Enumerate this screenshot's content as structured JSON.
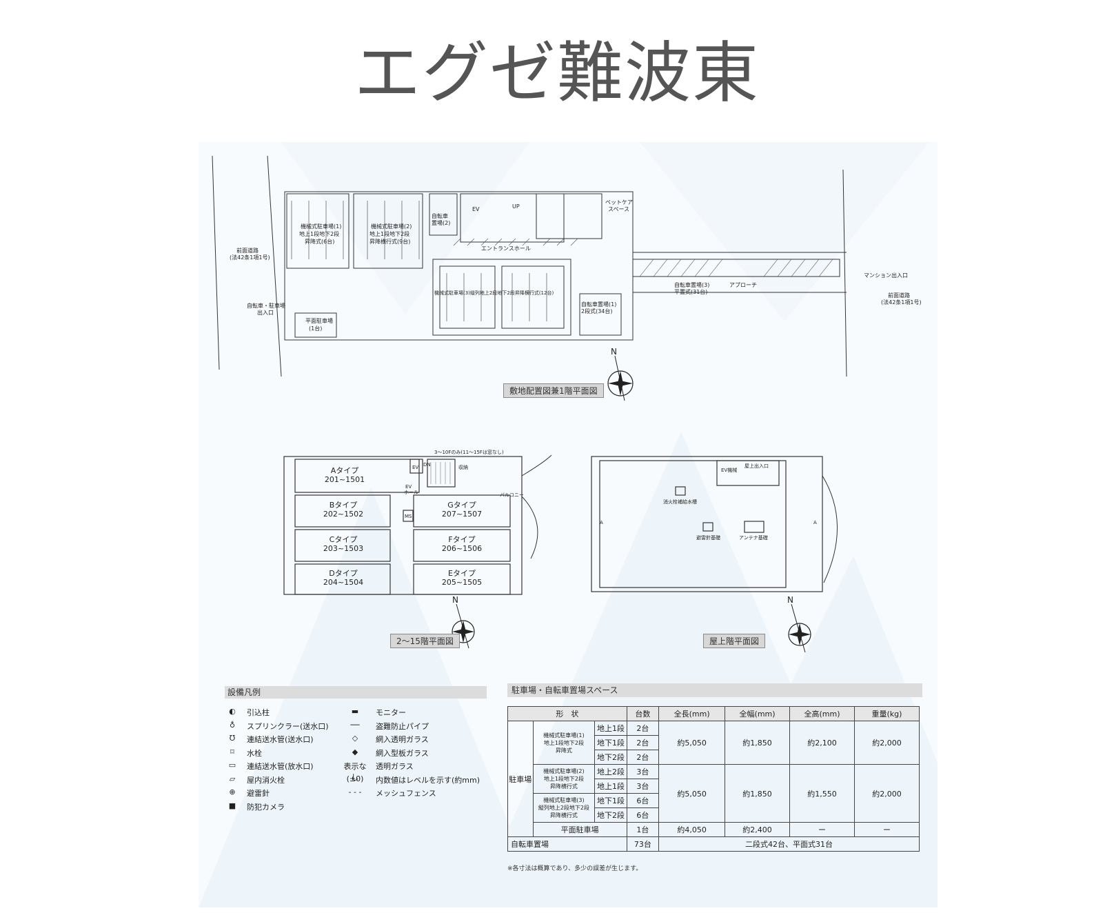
{
  "title": "エグゼ難波東",
  "site_plan": {
    "caption": "敷地配置図兼1階平面図",
    "labels": {
      "mech_parking_1": [
        "機械式駐車場(1)",
        "地上1段地下2段",
        "昇降式(6台)"
      ],
      "mech_parking_2": [
        "機械式駐車場(2)",
        "地上1段地下2段",
        "昇降横行式(9台)"
      ],
      "mech_parking_3": "機械式駐車場(3)縦列地上2段地下2段昇降横行式(12台)",
      "flat_parking": [
        "平面駐車場",
        "(1台)"
      ],
      "entrance_hall": "エントランスホール",
      "bike_parking_3": [
        "自転車置場(3)",
        "平置式(31台)"
      ],
      "bike_parking_1": [
        "自転車置場(1)",
        "2段式(34台)"
      ],
      "bike_parking_2": [
        "自転車",
        "置場(2)"
      ],
      "approach": "アプローチ",
      "mansion_entry": "マンション出入口",
      "pet_care": [
        "ペットケア",
        "スペース"
      ],
      "road_left": [
        "前面道路",
        "(法42条1項1号)"
      ],
      "road_right": [
        "前面道路",
        "(法42条1項1号)"
      ],
      "bike_entry": [
        "自転車・駐車場",
        "出入口"
      ],
      "ev": "EV",
      "up": "UP",
      "north": "N"
    }
  },
  "typical_plan": {
    "caption": "2～15階平面図",
    "note": "3～10Fのみ(11～15Fは窓なし)",
    "units": [
      {
        "type": "Aタイプ",
        "range": "201~1501"
      },
      {
        "type": "Bタイプ",
        "range": "202~1502"
      },
      {
        "type": "Cタイプ",
        "range": "203~1503"
      },
      {
        "type": "Dタイプ",
        "range": "204~1504"
      },
      {
        "type": "Gタイプ",
        "range": "207~1507"
      },
      {
        "type": "Fタイプ",
        "range": "206~1506"
      },
      {
        "type": "Eタイプ",
        "range": "205~1505"
      }
    ],
    "ev_label": "EV",
    "ev_hall": [
      "EV",
      "ホール"
    ],
    "dn": "DN",
    "balcony": "バルコニー",
    "storage": "収納",
    "ms": "MS"
  },
  "roof_plan": {
    "caption": "屋上階平面図",
    "labels": {
      "ev_machine": "EV機械",
      "roof_exit": "屋上出入口",
      "fire_tank": "消火栓補給水槽",
      "lightning": "避雷針基礎",
      "antenna": "アンテナ基礎",
      "a": "A"
    }
  },
  "legend": {
    "heading": "設備凡例",
    "left": [
      {
        "symbol": "◐",
        "label": "引込柱"
      },
      {
        "symbol": "♁",
        "label": "スプリンクラー(送水口)"
      },
      {
        "symbol": "Ʊ",
        "label": "連結送水管(送水口)"
      },
      {
        "symbol": "⌑",
        "label": "水栓"
      },
      {
        "symbol": "▭",
        "label": "連結送水管(放水口)"
      },
      {
        "symbol": "▱",
        "label": "屋内消火栓"
      },
      {
        "symbol": "⊕",
        "label": "避雷針"
      },
      {
        "symbol": "■",
        "label": "防犯カメラ"
      }
    ],
    "right": [
      {
        "symbol": "▬",
        "label": "モニター"
      },
      {
        "symbol": "──",
        "label": "盗難防止パイプ"
      },
      {
        "symbol": "◇",
        "label": "網入透明ガラス"
      },
      {
        "symbol": "◆",
        "label": "網入型板ガラス"
      },
      {
        "symbol": "表示なし",
        "label": "透明ガラス"
      },
      {
        "symbol": "(±0)",
        "label": "内数値はレベルを示す(約mm)"
      },
      {
        "symbol": "- - -",
        "label": "メッシュフェンス"
      }
    ]
  },
  "parking": {
    "heading": "駐車場・自転車置場スペース",
    "headers": [
      "形　状",
      "台数",
      "全長(mm)",
      "全幅(mm)",
      "全高(mm)",
      "重量(kg)"
    ],
    "group_label": "駐車場",
    "mech1_name": "機械式駐車場(1)\n地上1段地下2段\n昇降式",
    "mech23_name_a": "機械式駐車場(2)\n地上1段地下2段\n昇降横行式",
    "mech23_name_b": "機械式駐車場(3)\n縦列地上2段地下2段\n昇降横行式",
    "rows": {
      "m1_r1": {
        "level": "地上1段",
        "count": "2台"
      },
      "m1_r2": {
        "level": "地下1段",
        "count": "2台"
      },
      "m1_r3": {
        "level": "地下2段",
        "count": "2台"
      },
      "m2_r1": {
        "level": "地上2段",
        "count": "3台"
      },
      "m2_r2": {
        "level": "地上1段",
        "count": "3台"
      },
      "m2_r3": {
        "level": "地下1段",
        "count": "6台"
      },
      "m2_r4": {
        "level": "地下2段",
        "count": "6台"
      }
    },
    "mech1_dims": {
      "length": "約5,050",
      "width": "約1,850",
      "height": "約2,100",
      "weight": "約2,000"
    },
    "mech23_dims": {
      "length": "約5,050",
      "width": "約1,850",
      "height": "約1,550",
      "weight": "約2,000"
    },
    "flat": {
      "name": "平面駐車場",
      "count": "1台",
      "length": "約4,050",
      "width": "約2,400",
      "height": "ー",
      "weight": "ー"
    },
    "bike": {
      "name": "自転車置場",
      "count": "73台",
      "detail": "二段式42台、平面式31台"
    },
    "footnote": "※各寸法は概算であり、多少の誤差が生じます。"
  }
}
